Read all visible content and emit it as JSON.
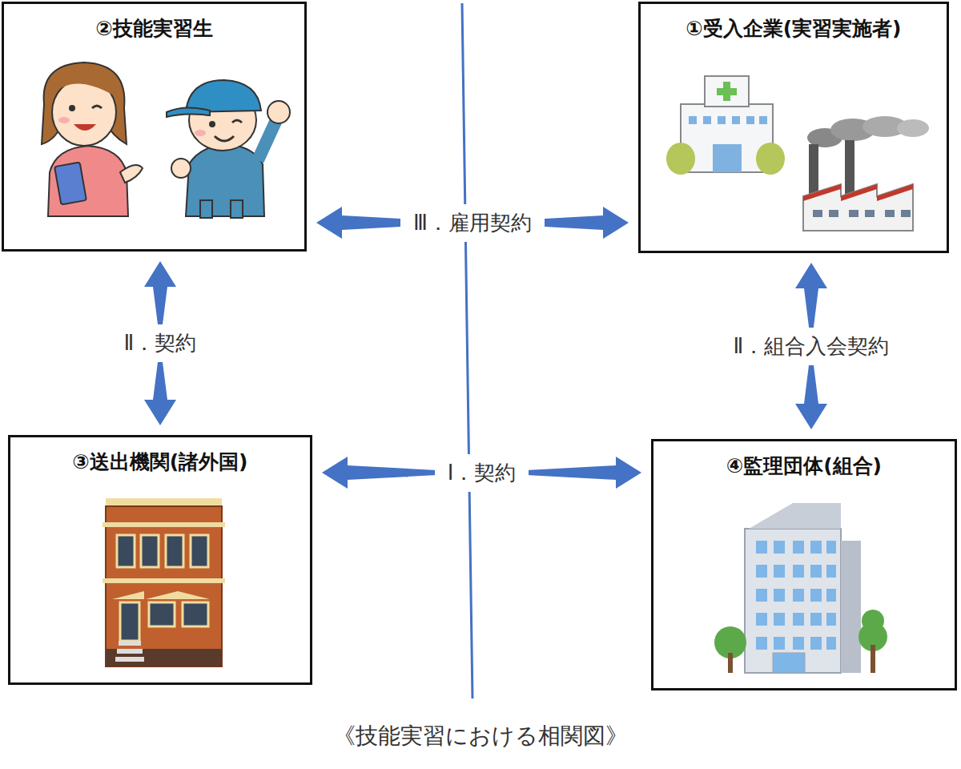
{
  "diagram": {
    "caption": "《技能実習における相関図》",
    "nodes": [
      {
        "text": [
          "②技能実習生"
        ]
      },
      {
        "text": [
          "①受入企業(実習実施者)"
        ]
      },
      {
        "text": [
          "③送出機関(諸外国)"
        ]
      },
      {
        "text": [
          "④監理団体(組合)"
        ]
      }
    ],
    "edges": [
      {
        "from": 0,
        "to": 1,
        "label": "Ⅲ．雇用契約",
        "arrow": "both"
      },
      {
        "from": 0,
        "to": 2,
        "label": "Ⅱ．契約",
        "arrow": "both"
      },
      {
        "from": 1,
        "to": 3,
        "label": "Ⅱ．組合入会契約",
        "arrow": "both"
      },
      {
        "from": 2,
        "to": 3,
        "label": "Ⅰ．契約",
        "arrow": "both"
      }
    ]
  }
}
